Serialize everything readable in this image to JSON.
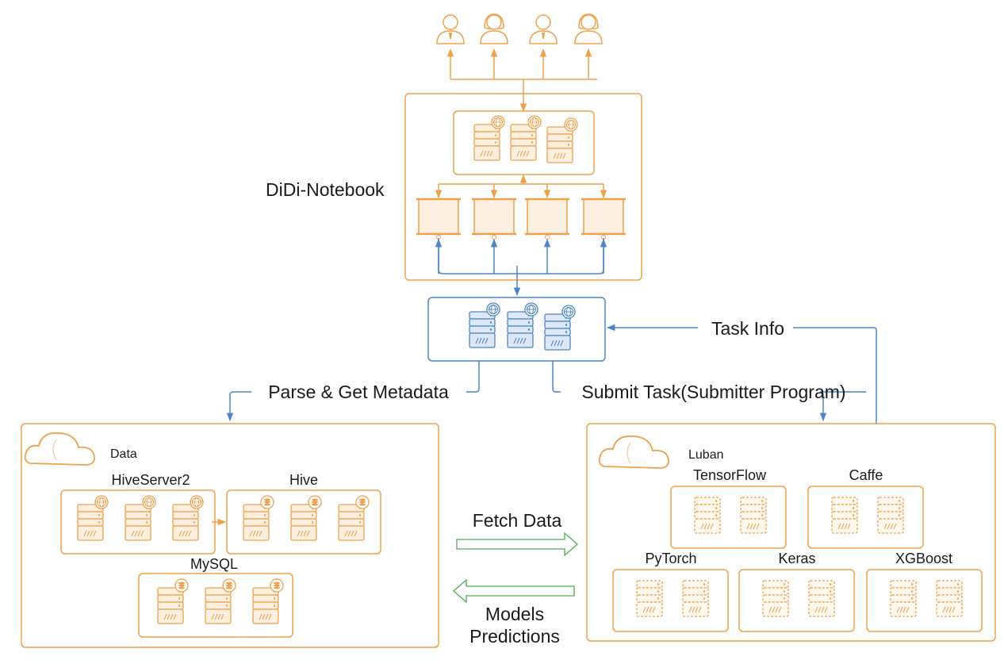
{
  "title": "DiDi-Notebook",
  "edges": {
    "task_info": "Task Info",
    "parse_metadata": "Parse & Get Metadata",
    "submit_task": "Submit Task(Submitter Program)",
    "fetch_data": "Fetch Data",
    "models_line1": "Models",
    "models_line2": "Predictions"
  },
  "data_cluster": {
    "title": "Data",
    "hiveserver2": "HiveServer2",
    "hive": "Hive",
    "mysql": "MySQL"
  },
  "luban_cluster": {
    "title": "Luban",
    "tensorflow": "TensorFlow",
    "caffe": "Caffe",
    "pytorch": "PyTorch",
    "keras": "Keras",
    "xgboost": "XGBoost"
  },
  "colors": {
    "orange": "#f0a04b",
    "orange_fill": "#fdf0e0",
    "blue": "#4a86c8",
    "blue_fill": "#dde7f5",
    "green": "#4caf50"
  },
  "icons": {
    "users": [
      "male-user-icon",
      "female-user-icon",
      "male-user-icon",
      "female-user-icon"
    ],
    "server": "server-icon",
    "globe": "globe-icon",
    "database": "database-icon",
    "cloud": "cloud-icon"
  }
}
